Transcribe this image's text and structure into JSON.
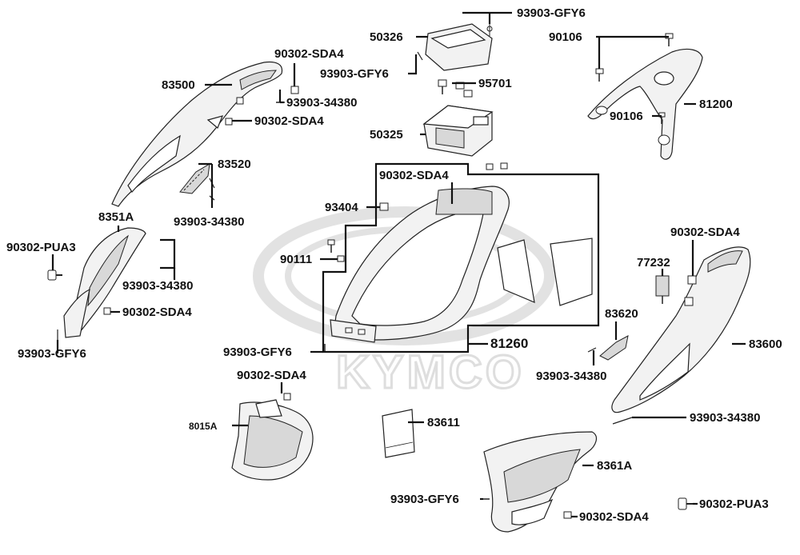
{
  "watermark": {
    "brand": "KYMCO"
  },
  "labels": {
    "p93903_GFY6_top": "93903-GFY6",
    "p50326": "50326",
    "p90106_a": "90106",
    "p90302_SDA4_a": "90302-SDA4",
    "p93903_GFY6_b": "93903-GFY6",
    "p83500": "83500",
    "p95701": "95701",
    "p93903_34380_a": "93903-34380",
    "p81200": "81200",
    "p90302_SDA4_b": "90302-SDA4",
    "p90106_b": "90106",
    "p50325": "50325",
    "p83520": "83520",
    "p90302_SDA4_c": "90302-SDA4",
    "p93404": "93404",
    "p93903_34380_b": "93903-34380",
    "p8351A": "8351A",
    "p90302_SDA4_d": "90302-SDA4",
    "p90302_PUA3_a": "90302-PUA3",
    "p90111": "90111",
    "p77232": "77232",
    "p93903_34380_c": "93903-34380",
    "p90302_SDA4_e": "90302-SDA4",
    "p83620": "83620",
    "p81260": "81260",
    "p83600": "83600",
    "p93903_GFY6_c": "93903-GFY6",
    "p93903_GFY6_d": "93903-GFY6",
    "p93903_34380_d": "93903-34380",
    "p90302_SDA4_f": "90302-SDA4",
    "p8015A": "8015A",
    "p83611": "83611",
    "p93903_34380_e": "93903-34380",
    "p8361A": "8361A",
    "p93903_GFY6_e": "93903-GFY6",
    "p90302_SDA4_g": "90302-SDA4",
    "p90302_PUA3_b": "90302-PUA3"
  }
}
